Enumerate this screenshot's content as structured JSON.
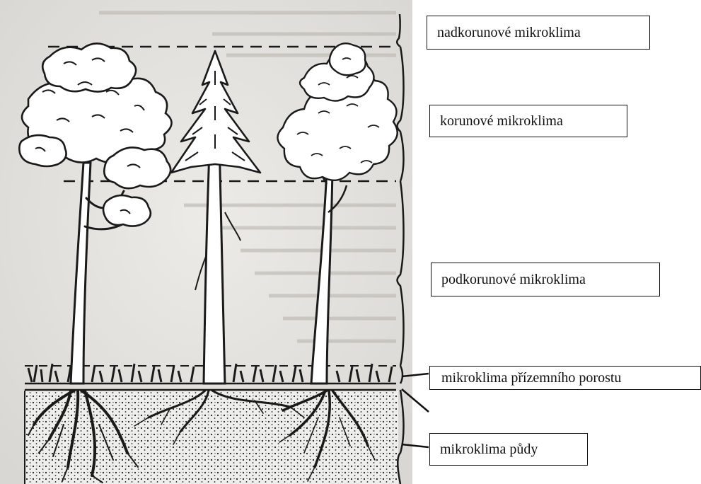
{
  "labels": {
    "nadkorunove": "nadkorunové mikroklima",
    "korunove": "korunové mikroklima",
    "podkorunove": "podkorunové mikroklima",
    "prizemni": "mikroklima přízemního porostu",
    "pudy": "mikroklima půdy"
  },
  "colors": {
    "ink": "#1a1a1a",
    "paper": "#e4e2de",
    "background": "#ffffff"
  },
  "icons": [
    "pine-tree-icon",
    "spruce-tree-icon",
    "deciduous-tree-icon",
    "grass-icon",
    "soil-icon"
  ]
}
